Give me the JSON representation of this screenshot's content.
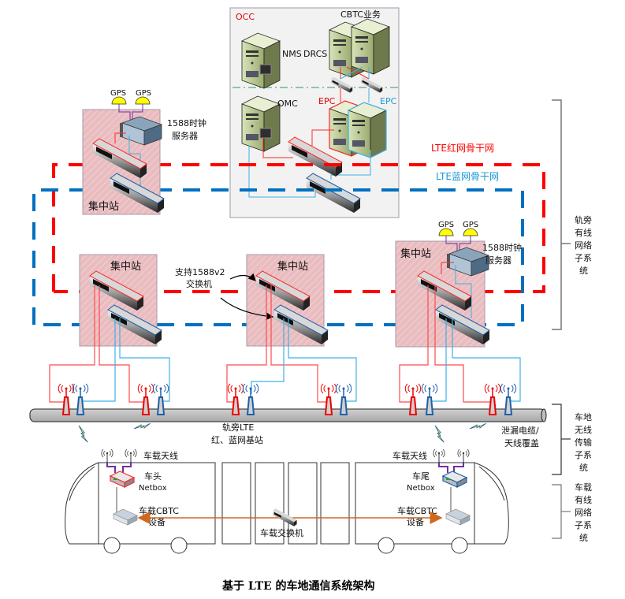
{
  "title": "基于 LTE 的车地通信系统架构",
  "colors": {
    "red_network": "#ff0000",
    "blue_network": "#0070c0",
    "red_wire": "#ff3b3b",
    "blue_wire": "#3fb0e6",
    "station_fill": "#e8b8bc",
    "occ_fill": "#f0f0f0",
    "gps": "#ffff00",
    "gps_wire": "#7030a0",
    "cable": "#bfbfbf",
    "train_link": "#d0681e"
  },
  "occ": {
    "label": "OCC",
    "nms": "NMS",
    "omc": "OMC",
    "drcs": "DRCS",
    "cbtc": "CBTC业务",
    "epc_red": "EPC",
    "epc_blue": "EPC"
  },
  "networks": {
    "red": "LTE红网骨干网",
    "blue": "LTE蓝网骨干网"
  },
  "stations": [
    {
      "label": "集中站",
      "has_clock": true
    },
    {
      "label": "集中站",
      "has_clock": false
    },
    {
      "label": "集中站",
      "has_clock": false
    },
    {
      "label": "集中站",
      "has_clock": true
    }
  ],
  "gps": {
    "label": "GPS"
  },
  "clock_server": {
    "line1": "1588时钟",
    "line2": "服务器"
  },
  "switch_note": {
    "line1": "支持1588v2",
    "line2": "交换机"
  },
  "wayside": {
    "base_station_line1": "轨旁LTE",
    "base_station_line2": "红、蓝网基站",
    "leaky_cable_line1": "泄漏电缆/",
    "leaky_cable_line2": "天线覆盖"
  },
  "train": {
    "antenna_label_front": "车载天线",
    "antenna_label_rear": "车载天线",
    "netbox_front_line1": "车头",
    "netbox_front_line2": "Netbox",
    "netbox_rear_line1": "车尾",
    "netbox_rear_line2": "Netbox",
    "cbtc_front_line1": "车载CBTC",
    "cbtc_front_line2": "设备",
    "cbtc_rear_line1": "车载CBTC",
    "cbtc_rear_line2": "设备",
    "onboard_switch": "车载交换机"
  },
  "subsystems": [
    {
      "lines": [
        "轨旁",
        "有线",
        "网络",
        "子系",
        "统"
      ]
    },
    {
      "lines": [
        "车地",
        "无线",
        "传输",
        "子系",
        "统"
      ]
    },
    {
      "lines": [
        "车载",
        "有线",
        "网络",
        "子系",
        "统"
      ]
    }
  ]
}
